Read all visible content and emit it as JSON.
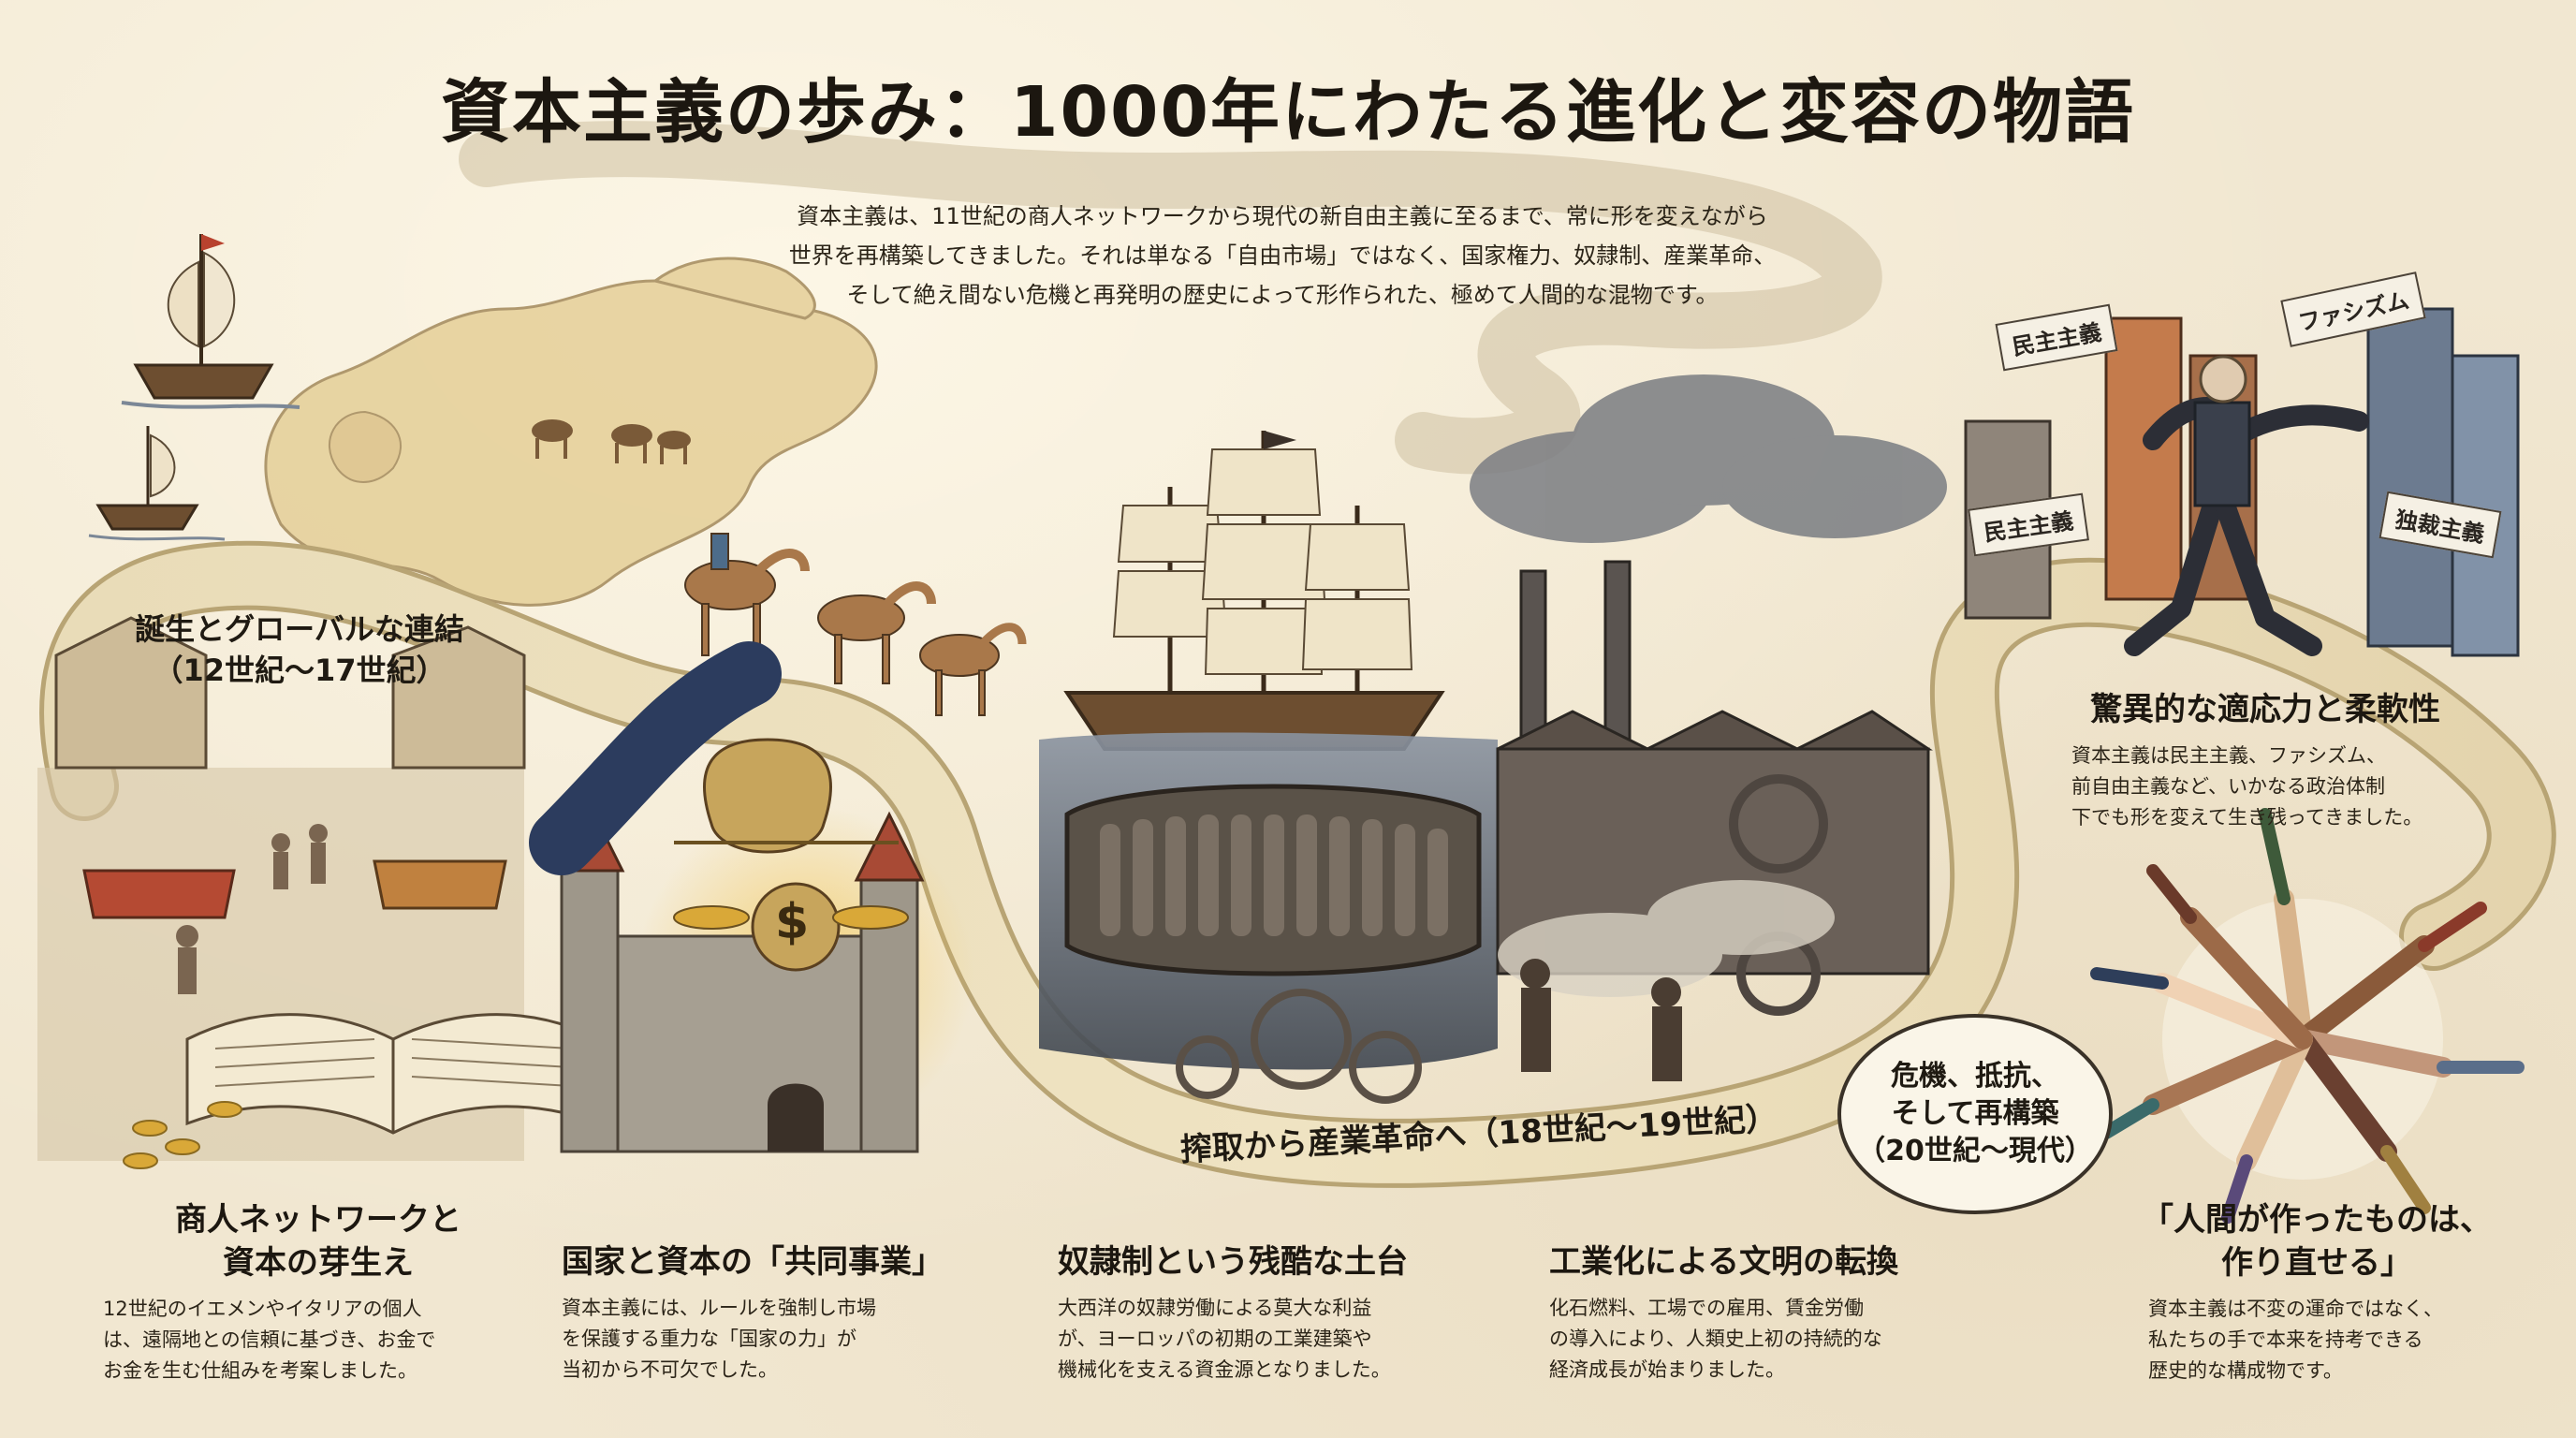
{
  "title": "資本主義の歩み：1000年にわたる進化と変容の物語",
  "intro": {
    "line1": "資本主義は、11世紀の商人ネットワークから現代の新自由主義に至るまで、常に形を変えながら",
    "line2": "世界を再構築してきました。それは単なる「自由市場」ではなく、国家権力、奴隷制、産業革命、",
    "line3": "そして絶え間ない危機と再発明の歴史によって形作られた、極めて人間的な混物です。"
  },
  "eras": {
    "birth": {
      "line1": "誕生とグローバルな連結",
      "line2": "（12世紀〜17世紀）"
    },
    "exploitation": {
      "label": "搾取から産業革命へ（18世紀〜19世紀）"
    },
    "crisis": {
      "line1": "危機、抵抗、",
      "line2": "そして再構築",
      "line3": "（20世紀〜現代）"
    }
  },
  "sections": {
    "merchant": {
      "head1": "商人ネットワークと",
      "head2": "資本の芽生え",
      "body1": "12世紀のイエメンやイタリアの個人",
      "body2": "は、遠隔地との信頼に基づき、お金で",
      "body3": "お金を生む仕組みを考案しました。"
    },
    "state": {
      "head": "国家と資本の「共同事業」",
      "body1": "資本主義には、ルールを強制し市場",
      "body2": "を保護する重力な「国家の力」が",
      "body3": "当初から不可欠でした。"
    },
    "slavery": {
      "head": "奴隷制という残酷な土台",
      "body1": "大西洋の奴隷労働による莫大な利益",
      "body2": "が、ヨーロッパの初期の工業建築や",
      "body3": "機械化を支える資金源となりました。"
    },
    "industry": {
      "head": "工業化による文明の転換",
      "body1": "化石燃料、工場での雇用、賃金労働",
      "body2": "の導入により、人類史上初の持続的な",
      "body3": "経済成長が始まりました。"
    },
    "adapt": {
      "head": "驚異的な適応力と柔軟性",
      "body1": "資本主義は民主主義、ファシズム、",
      "body2": "前自由主義など、いかなる政治体制",
      "body3": "下でも形を変えて生き残ってきました。"
    },
    "remake": {
      "head1": "「人間が作ったものは、",
      "head2": "作り直せる」",
      "body1": "資本主義は不変の運命ではなく、",
      "body2": "私たちの手で本来を持考できる",
      "body3": "歴史的な構成物です。"
    }
  },
  "tags": {
    "democracy1": "民主主義",
    "fascism": "ファシズム",
    "democracy2": "民主主義",
    "authoritarian": "独裁主義"
  },
  "icons": {
    "money": "$"
  }
}
